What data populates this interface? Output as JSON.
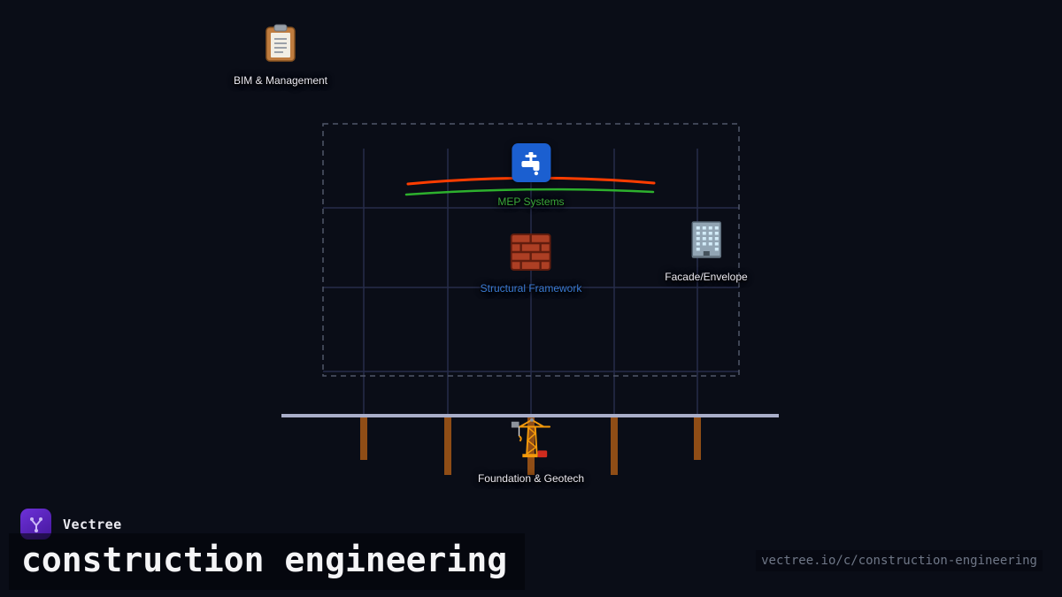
{
  "diagram": {
    "nodes": [
      {
        "id": "bim",
        "label": "BIM & Management",
        "icon": "clipboard-icon"
      },
      {
        "id": "mep",
        "label": "MEP Systems",
        "icon": "faucet-icon"
      },
      {
        "id": "structural",
        "label": "Structural Framework",
        "icon": "bricks-icon"
      },
      {
        "id": "facade",
        "label": "Facade/Envelope",
        "icon": "office-building-icon"
      },
      {
        "id": "foundation",
        "label": "Foundation & Geotech",
        "icon": "crane-icon"
      }
    ]
  },
  "footer": {
    "brand": "Vectree",
    "title": "construction engineering",
    "url": "vectree.io/c/construction-engineering"
  },
  "colors": {
    "bg": "#0a0d17",
    "grid_line": "#262c4a",
    "dashed_border": "#505669",
    "curve_orange": "#ff3d00",
    "curve_green": "#2db02d",
    "ground": "#a9aec9",
    "pile": "#8f4d16",
    "mep_blue": "#1b5fd0",
    "mep_label": "#3aa83a",
    "structural_label": "#3b7cd6",
    "default_label": "#eceaf2",
    "logo_purple_light": "#6d31d8",
    "logo_purple_dark": "#45179c",
    "url_text": "#6f7787"
  }
}
